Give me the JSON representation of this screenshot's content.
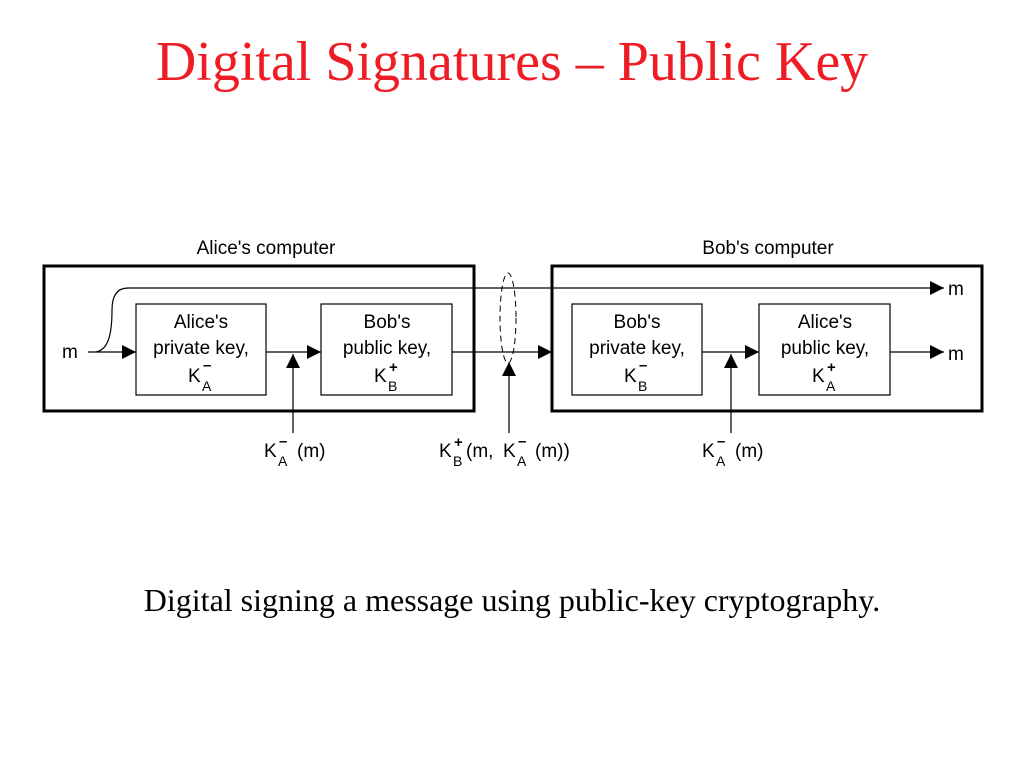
{
  "slide": {
    "title": "Digital Signatures – Public Key",
    "caption": "Digital signing a message using public-key cryptography."
  },
  "diagram": {
    "computers": {
      "alice": "Alice's computer",
      "bob": "Bob's computer"
    },
    "boxes": {
      "alice_private": {
        "line1": "Alice's",
        "line2": "private key,",
        "key": "K",
        "sub": "A",
        "sup": "–"
      },
      "bob_public": {
        "line1": "Bob's",
        "line2": "public key,",
        "key": "K",
        "sub": "B",
        "sup": "+"
      },
      "bob_private": {
        "line1": "Bob's",
        "line2": "private key,",
        "key": "K",
        "sub": "B",
        "sup": "–"
      },
      "alice_public": {
        "line1": "Alice's",
        "line2": "public key,",
        "key": "K",
        "sub": "A",
        "sup": "+"
      }
    },
    "messages": {
      "input": "m",
      "output_top": "m",
      "output_bottom": "m"
    },
    "annotations": {
      "left_sig": {
        "key": "K",
        "sub": "A",
        "sup": "–",
        "rest": "(m)"
      },
      "channel": {
        "key1": "K",
        "sub1": "B",
        "sup1": "+",
        "mid": "(m,",
        "key2": "K",
        "sub2": "A",
        "sup2": "–",
        "rest": "(m))"
      },
      "right_sig": {
        "key": "K",
        "sub": "A",
        "sup": "–",
        "rest": "(m)"
      }
    }
  }
}
